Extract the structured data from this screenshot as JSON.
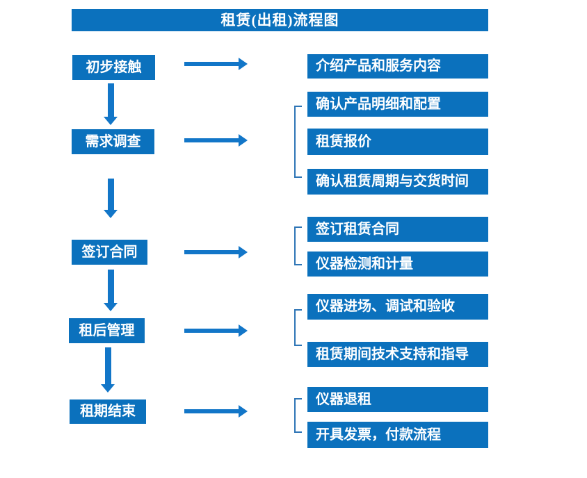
{
  "title": "租赁(出租)流程图",
  "colors": {
    "box_blue": "#0b71bd",
    "arrow_blue": "#1276c8",
    "bracket_blue": "#2e75b6",
    "text_white": "#ffffff",
    "page_bg": "#ffffff"
  },
  "stages": [
    {
      "label": "初步接触",
      "outputs": [
        "介绍产品和服务内容"
      ]
    },
    {
      "label": "需求调查",
      "outputs": [
        "确认产品明细和配置",
        "租赁报价",
        "确认租赁周期与交货时间"
      ]
    },
    {
      "label": "签订合同",
      "outputs": [
        "签订租赁合同",
        "仪器检测和计量"
      ]
    },
    {
      "label": "租后管理",
      "outputs": [
        "仪器进场、调试和验收",
        "租赁期间技术支持和指导"
      ]
    },
    {
      "label": "租期结束",
      "outputs": [
        "仪器退租",
        "开具发票，付款流程"
      ]
    }
  ]
}
